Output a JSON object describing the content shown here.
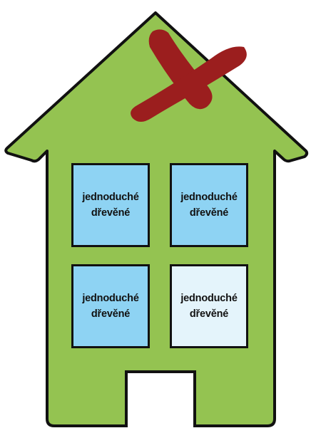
{
  "colors": {
    "house_fill": "#94c351",
    "outline": "#111111",
    "window_blue": "#8ed3f3",
    "window_light": "#e4f4fb",
    "cross": "#9b1e1e",
    "door": "#ffffff"
  },
  "house": {
    "cross_icon": "x-mark-icon"
  },
  "windows": [
    {
      "label": "jednoduché\ndřevěné",
      "state": "blue"
    },
    {
      "label": "jednoduché\ndřevěné",
      "state": "blue"
    },
    {
      "label": "jednoduché\ndřevěné",
      "state": "blue"
    },
    {
      "label": "jednoduché\ndřevěné",
      "state": "light"
    }
  ]
}
